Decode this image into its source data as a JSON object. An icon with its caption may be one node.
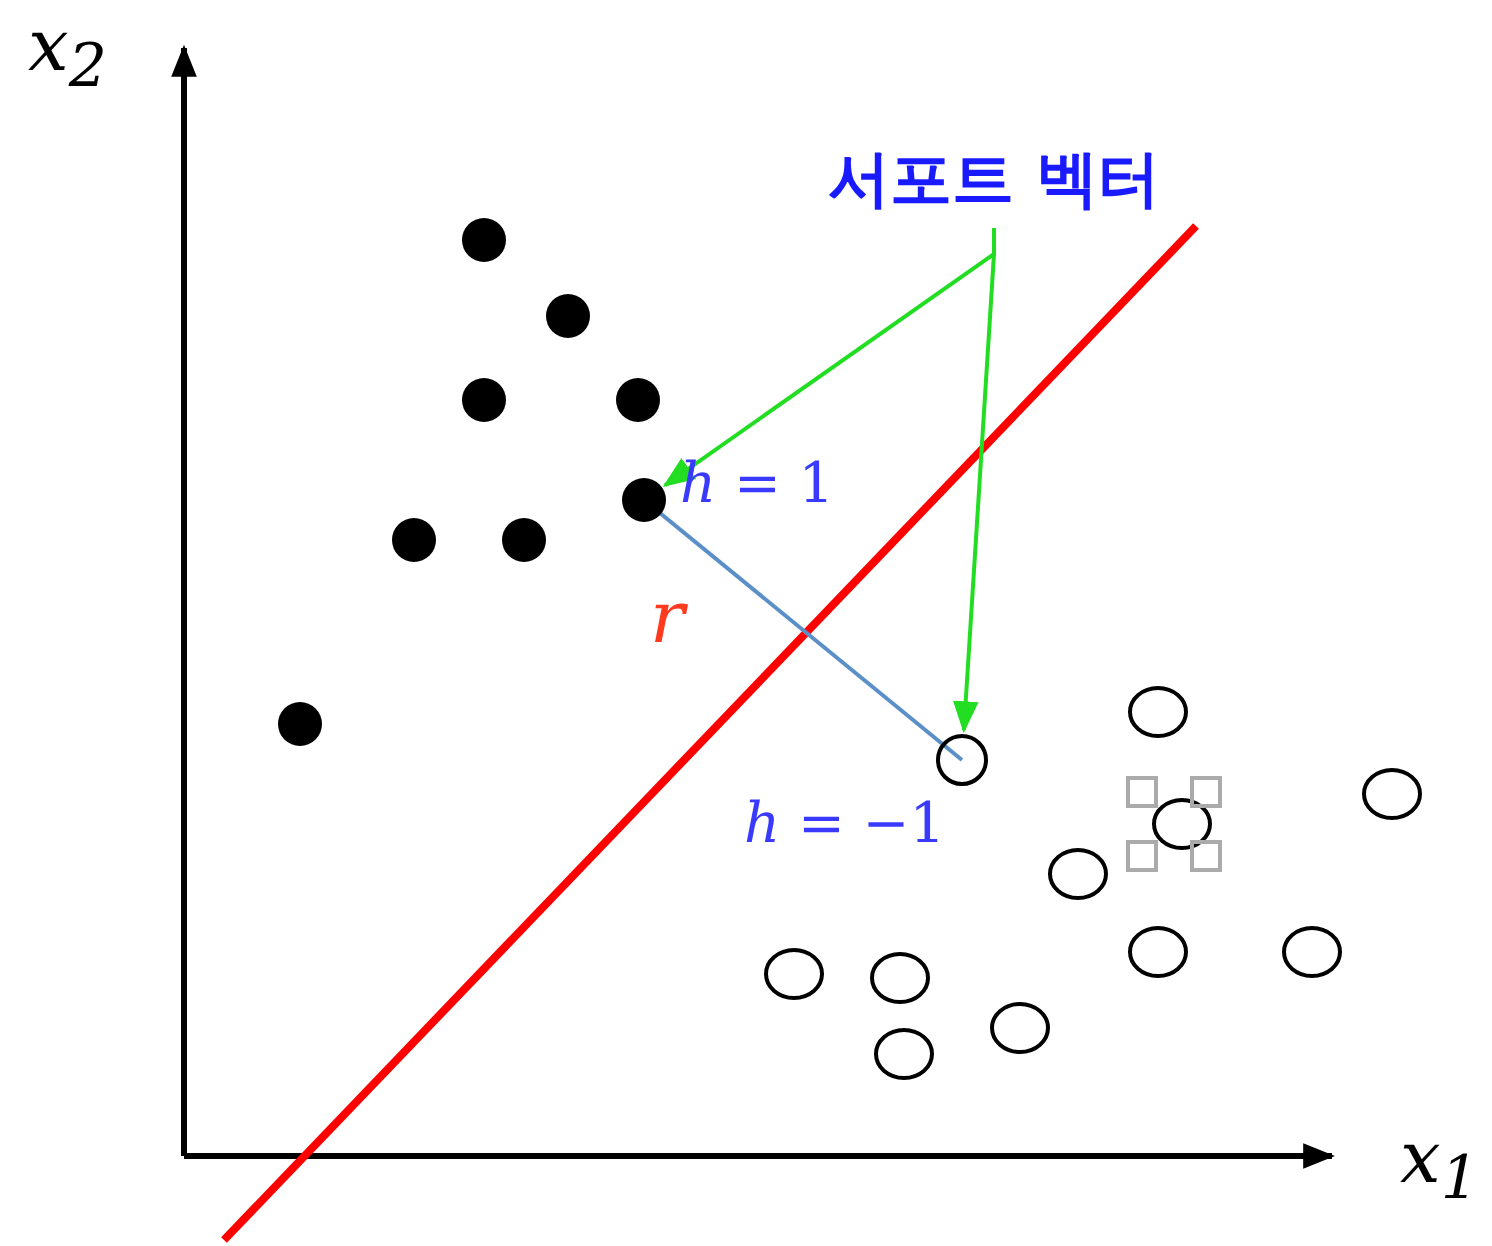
{
  "diagram": {
    "nodes": [
      {
        "text": [
          "서포트 벡터"
        ]
      },
      {
        "text": [],
        "shape": "circle"
      },
      {
        "text": [],
        "shape": "circle"
      }
    ],
    "edges": [
      {
        "from": 0,
        "to": 1,
        "arrow": "to"
      },
      {
        "from": 0,
        "to": 2,
        "arrow": "to"
      }
    ],
    "labels": [
      "x$_{2}$",
      "*h* = 1",
      "r",
      "*h* = −1",
      "x$_{1}$"
    ]
  }
}
